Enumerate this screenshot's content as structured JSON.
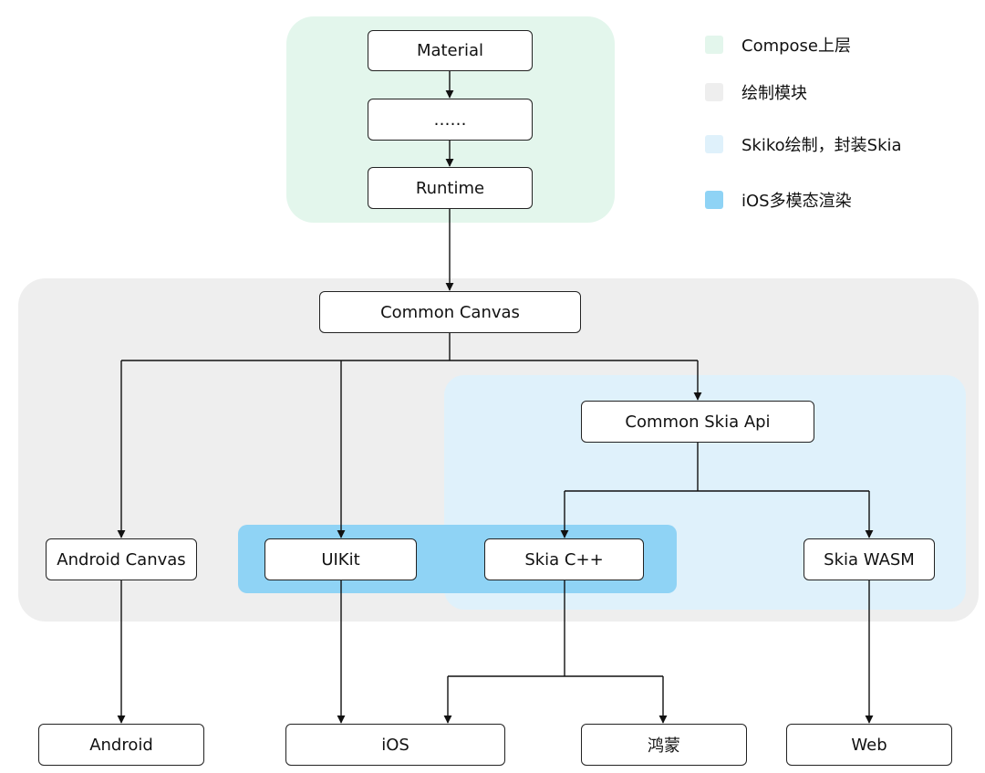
{
  "nodes": {
    "material": "Material",
    "ellipsis": "……",
    "runtime": "Runtime",
    "common_canvas": "Common Canvas",
    "common_skia_api": "Common Skia Api",
    "android_canvas": "Android Canvas",
    "uikit": "UIKit",
    "skia_cpp": "Skia C++",
    "skia_wasm": "Skia WASM",
    "android": "Android",
    "ios": "iOS",
    "harmony": "鸿蒙",
    "web": "Web"
  },
  "legend": [
    {
      "label": "Compose上层",
      "color": "#e3f6ec"
    },
    {
      "label": "绘制模块",
      "color": "#eeeeee"
    },
    {
      "label": "Skiko绘制，封装Skia",
      "color": "#dff1fb"
    },
    {
      "label": "iOS多模态渲染",
      "color": "#8fd3f5"
    }
  ]
}
